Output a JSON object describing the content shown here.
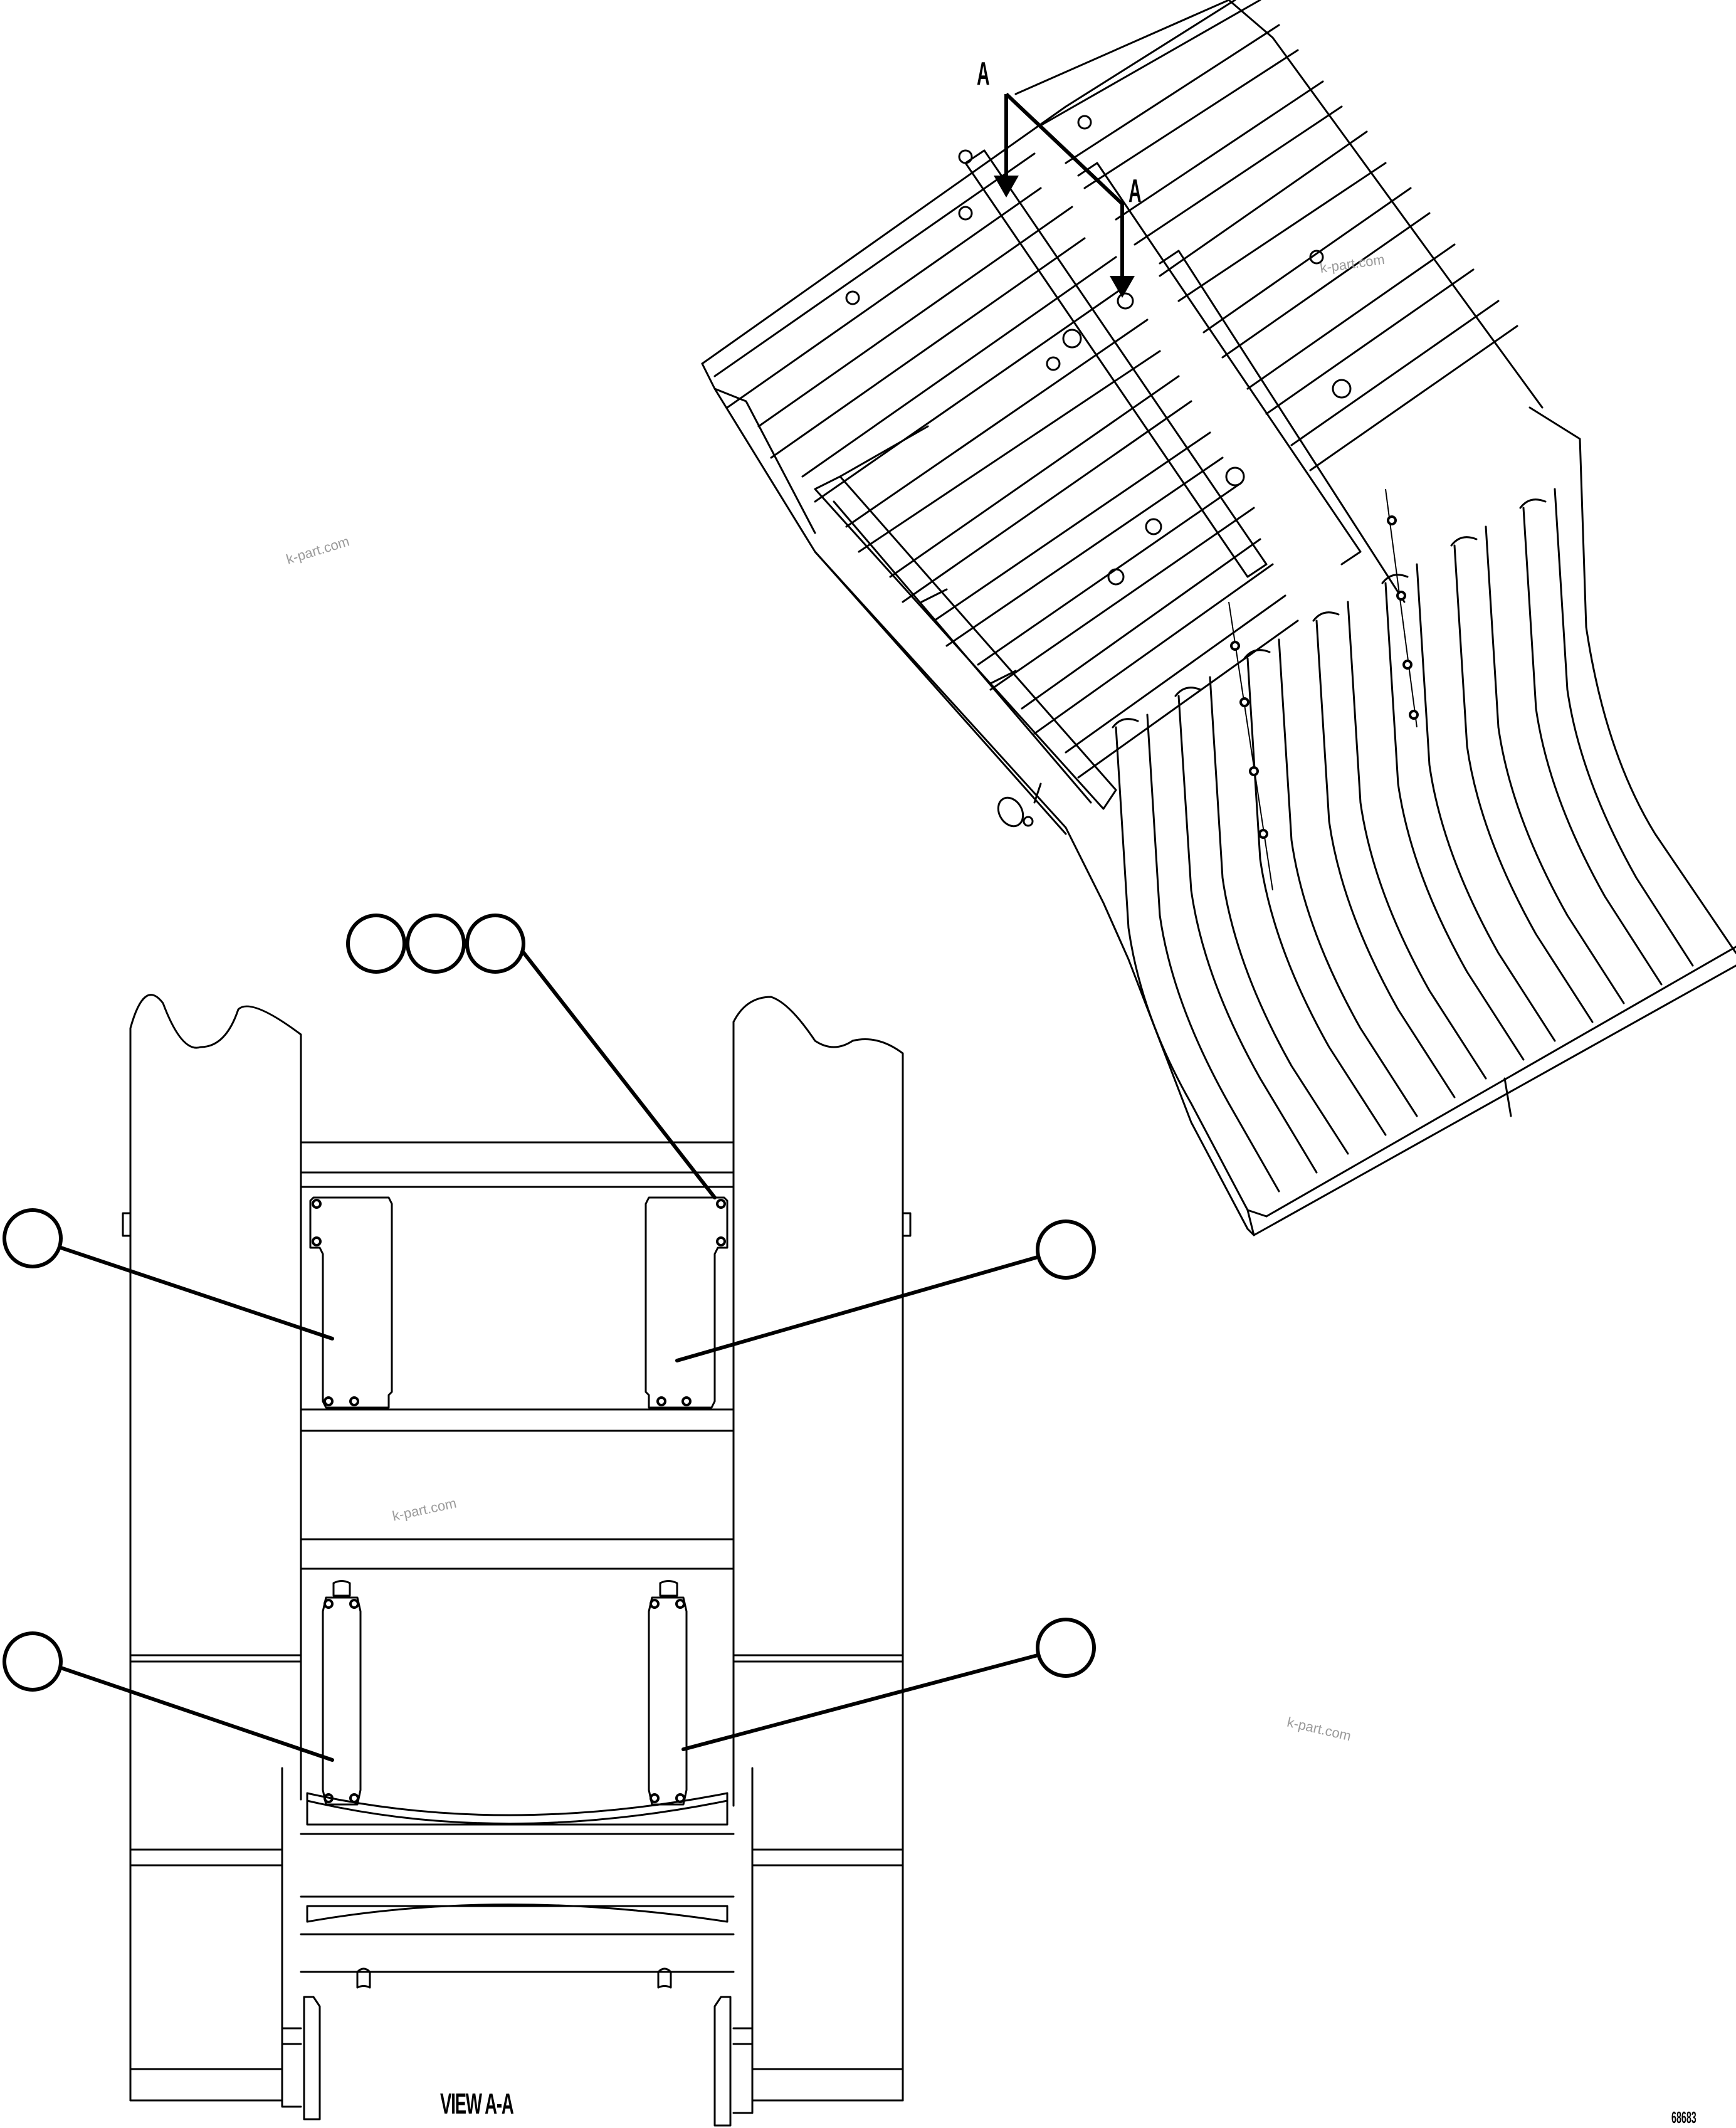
{
  "drawing": {
    "type": "parts-catalog-exploded-diagram",
    "subject": "Rake bucket / tine grapple frame with wear plates",
    "views": [
      {
        "id": "isometric",
        "description": "Isometric view of rake frame with section arrows A-A"
      },
      {
        "id": "view-a-a",
        "title": "VIEW A-A"
      }
    ]
  },
  "section_markers": {
    "arrow1_label": "A",
    "arrow2_label": "A"
  },
  "view_title": "VIEW A-A",
  "reference_number": "68683",
  "watermarks": [
    "k-part.com",
    "k-part.com",
    "k-part.com",
    "k-part.com"
  ],
  "callouts": [
    {
      "id": "callout-top-1",
      "label": ""
    },
    {
      "id": "callout-top-2",
      "label": ""
    },
    {
      "id": "callout-top-3",
      "label": ""
    },
    {
      "id": "callout-left-upper",
      "label": ""
    },
    {
      "id": "callout-right-upper",
      "label": ""
    },
    {
      "id": "callout-left-lower",
      "label": ""
    },
    {
      "id": "callout-right-lower",
      "label": ""
    }
  ],
  "colors": {
    "line": "#000000",
    "background": "#ffffff",
    "watermark": "#9a9a9a"
  }
}
